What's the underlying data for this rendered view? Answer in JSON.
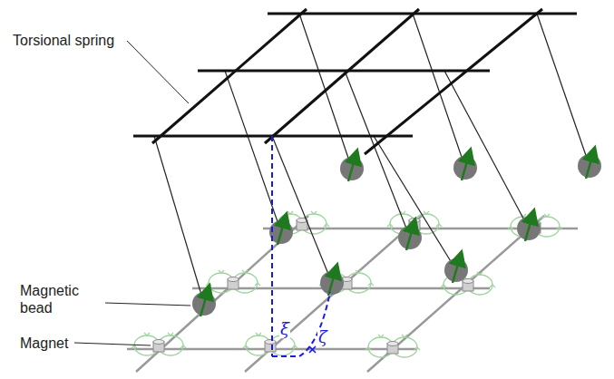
{
  "diagram": {
    "labels": [
      "Torsional spring",
      "Magnetic bead",
      "Magnet",
      "ξ",
      "ζ"
    ]
  }
}
